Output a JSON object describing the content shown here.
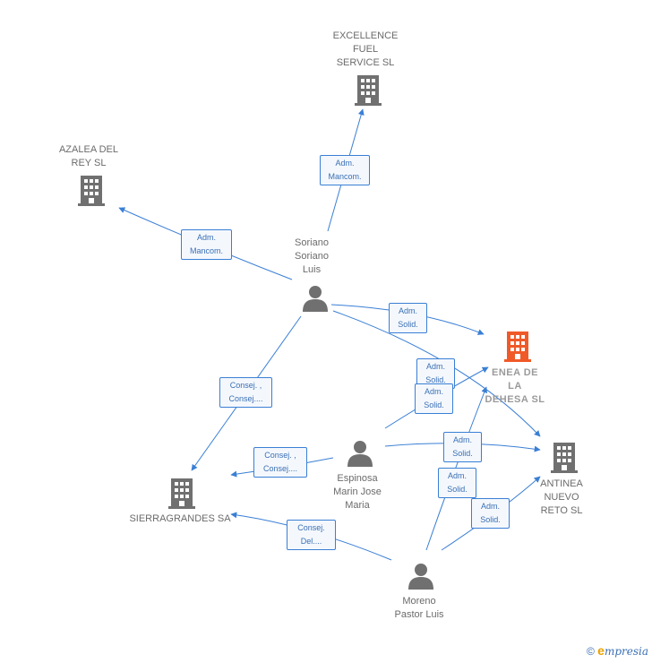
{
  "nodes": {
    "excellence": {
      "label": "EXCELLENCE\nFUEL\nSERVICE SL",
      "kind": "company"
    },
    "azalea": {
      "label": "AZALEA DEL\nREY SL",
      "kind": "company"
    },
    "soriano": {
      "label": "Soriano\nSoriano\nLuis",
      "kind": "person"
    },
    "enea": {
      "label": "ENEA DE\nLA\nDEHESA SL",
      "kind": "company-focus"
    },
    "antinea": {
      "label": "ANTINEA\nNUEVO\nRETO SL",
      "kind": "company"
    },
    "espinosa": {
      "label": "Espinosa\nMarin Jose\nMaria",
      "kind": "person"
    },
    "sierragrandes": {
      "label": "SIERRAGRANDES SA",
      "kind": "company"
    },
    "moreno": {
      "label": "Moreno\nPastor Luis",
      "kind": "person"
    }
  },
  "edges": [
    {
      "id": "e1",
      "label": "Adm.\nMancom."
    },
    {
      "id": "e2",
      "label": "Adm.\nMancom."
    },
    {
      "id": "e3",
      "label": "Adm.\nSolid."
    },
    {
      "id": "e4",
      "label": "Adm.\nSolid."
    },
    {
      "id": "e5",
      "label": "Consej. ,\nConsej...."
    },
    {
      "id": "e6",
      "label": "Adm.\nSolid."
    },
    {
      "id": "e7",
      "label": "Adm.\nSolid."
    },
    {
      "id": "e8",
      "label": "Consej. ,\nConsej...."
    },
    {
      "id": "e9",
      "label": "Adm.\nSolid."
    },
    {
      "id": "e10",
      "label": "Adm.\nSolid."
    },
    {
      "id": "e11",
      "label": "Consej.\nDel...."
    }
  ],
  "colors": {
    "edge": "#3a7fd5",
    "company": "#707070",
    "focus": "#f05a28",
    "person": "#707070"
  },
  "footer": {
    "copyright": "©",
    "brand_initial": "e",
    "brand_rest": "mpresia"
  }
}
